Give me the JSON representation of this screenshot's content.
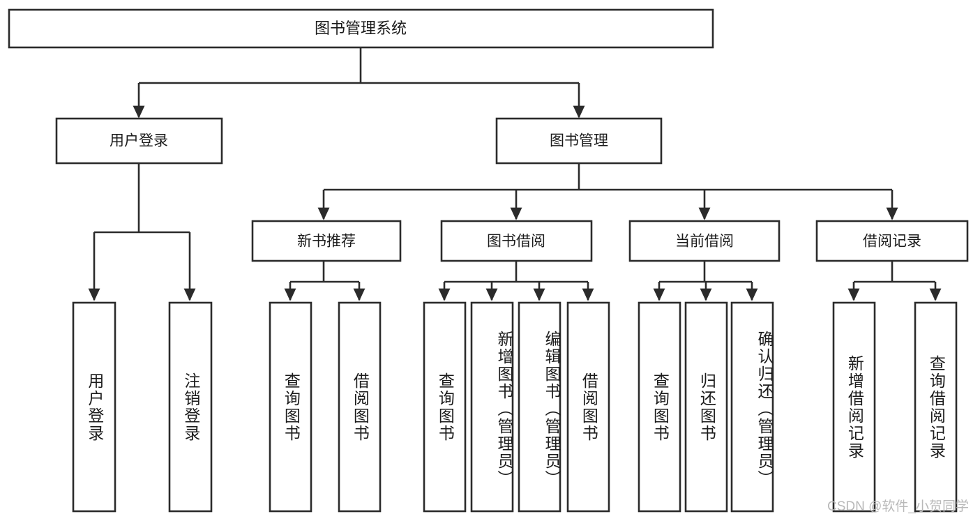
{
  "diagram": {
    "type": "tree-hierarchy",
    "title": "图书管理系统",
    "root": {
      "id": "root",
      "label": "图书管理系统"
    },
    "level1": [
      {
        "id": "user-login",
        "label": "用户登录"
      },
      {
        "id": "book-manage",
        "label": "图书管理"
      }
    ],
    "level2": [
      {
        "id": "new-book-rec",
        "label": "新书推荐",
        "parent": "book-manage"
      },
      {
        "id": "book-borrow",
        "label": "图书借阅",
        "parent": "book-manage"
      },
      {
        "id": "current-borrow",
        "label": "当前借阅",
        "parent": "book-manage"
      },
      {
        "id": "borrow-record",
        "label": "借阅记录",
        "parent": "book-manage"
      }
    ],
    "leaves": [
      {
        "id": "leaf-user-login",
        "label": "用户登录",
        "parent": "user-login"
      },
      {
        "id": "leaf-user-logout",
        "label": "注销登录",
        "parent": "user-login"
      },
      {
        "id": "leaf-query-book-1",
        "label": "查询图书",
        "parent": "new-book-rec"
      },
      {
        "id": "leaf-borrow-book-1",
        "label": "借阅图书",
        "parent": "new-book-rec"
      },
      {
        "id": "leaf-query-book-2",
        "label": "查询图书",
        "parent": "book-borrow"
      },
      {
        "id": "leaf-add-book",
        "label": "新增图书（管理员）",
        "parent": "book-borrow"
      },
      {
        "id": "leaf-edit-book",
        "label": "编辑图书（管理员）",
        "parent": "book-borrow"
      },
      {
        "id": "leaf-borrow-book-2",
        "label": "借阅图书",
        "parent": "book-borrow"
      },
      {
        "id": "leaf-query-book-3",
        "label": "查询图书",
        "parent": "current-borrow"
      },
      {
        "id": "leaf-return-book",
        "label": "归还图书",
        "parent": "current-borrow"
      },
      {
        "id": "leaf-confirm-return",
        "label": "确认归还（管理员）",
        "parent": "current-borrow"
      },
      {
        "id": "leaf-add-record",
        "label": "新增借阅记录",
        "parent": "borrow-record"
      },
      {
        "id": "leaf-query-record",
        "label": "查询借阅记录",
        "parent": "borrow-record"
      }
    ],
    "watermark": "CSDN @软件_小贺同学",
    "colors": {
      "stroke": "#2b2b2b",
      "fill": "#ffffff",
      "text": "#1b1b1b",
      "watermark": "#b9b9b9"
    }
  }
}
